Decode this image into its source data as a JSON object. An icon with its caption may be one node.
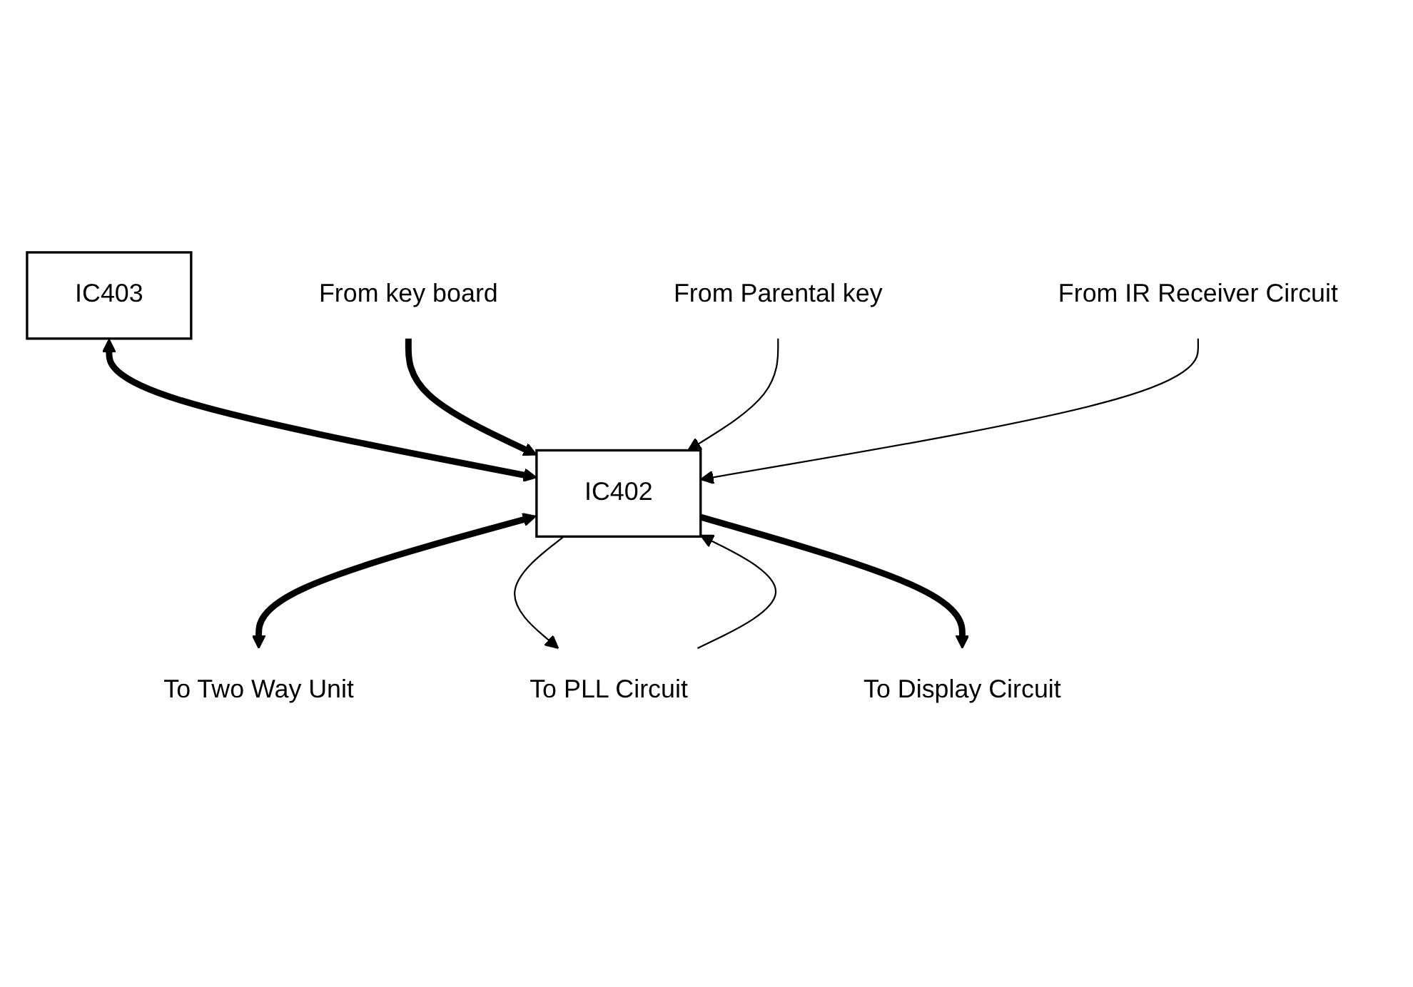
{
  "diagram": {
    "nodes": [
      {
        "text": [
          "IC403"
        ]
      },
      {
        "text": [
          "IC402"
        ]
      },
      {
        "text": [
          "To Two Way Unit"
        ]
      },
      {
        "text": [
          "To PLL Circuit"
        ]
      },
      {
        "text": [
          "From key board"
        ]
      },
      {
        "text": [
          "To Display Circuit"
        ]
      },
      {
        "text": [
          "From Parental key"
        ]
      },
      {
        "text": [
          "From IR Receiver Circuit"
        ]
      }
    ],
    "edges": [
      {
        "from": 0,
        "to": 1,
        "arrow": "both",
        "style": "thick"
      },
      {
        "from": 1,
        "to": 2,
        "arrow": "both",
        "style": "thick"
      },
      {
        "from": 1,
        "to": 3,
        "arrow": "to"
      },
      {
        "from": 3,
        "to": 1,
        "arrow": "to"
      },
      {
        "from": 4,
        "to": 1,
        "arrow": "to",
        "style": "thick"
      },
      {
        "from": 1,
        "to": 5,
        "arrow": "to",
        "style": "thick"
      },
      {
        "from": 6,
        "to": 1,
        "arrow": "to"
      },
      {
        "from": 7,
        "to": 1,
        "arrow": "to"
      }
    ]
  }
}
